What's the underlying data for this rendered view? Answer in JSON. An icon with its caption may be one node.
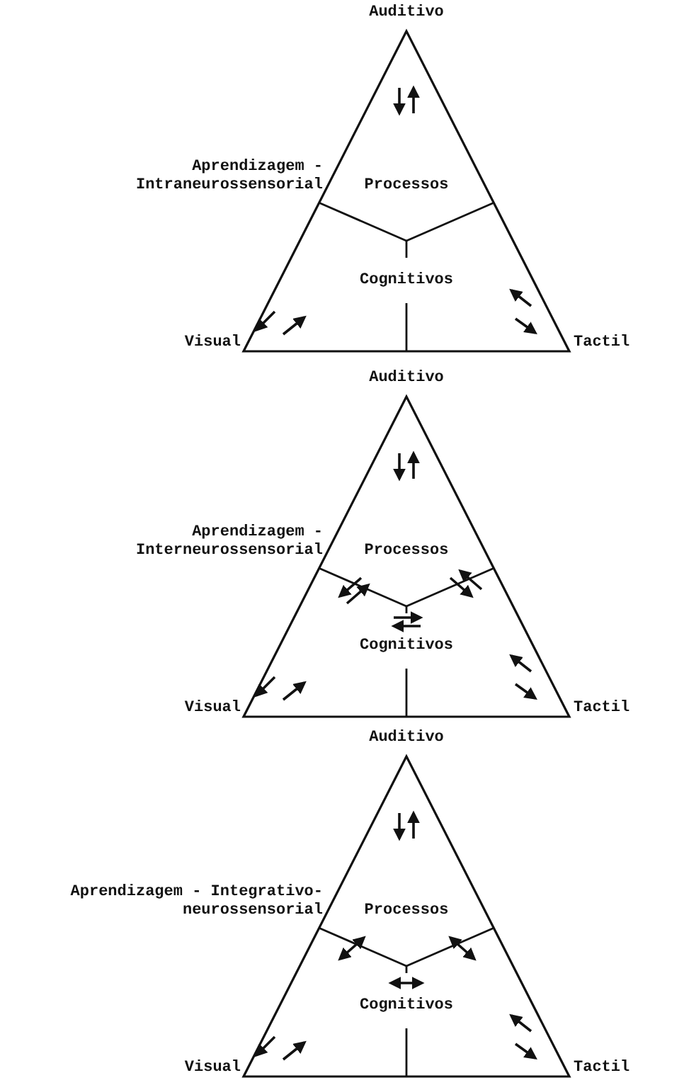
{
  "diagram": {
    "labels": [
      "Auditivo",
      "Aprendizagem - Intraneurossensorial",
      "Processos",
      "Cognitivos",
      "Visual",
      "Tactil",
      "Auditivo",
      "Aprendizagem - Interneurossensorial",
      "Processos",
      "Cognitivos",
      "Visual",
      "Tactil",
      "Auditivo",
      "Aprendizagem - Integrativo-neurossensorial",
      "Processos",
      "Cognitivos",
      "Visual",
      "Tactil"
    ]
  }
}
